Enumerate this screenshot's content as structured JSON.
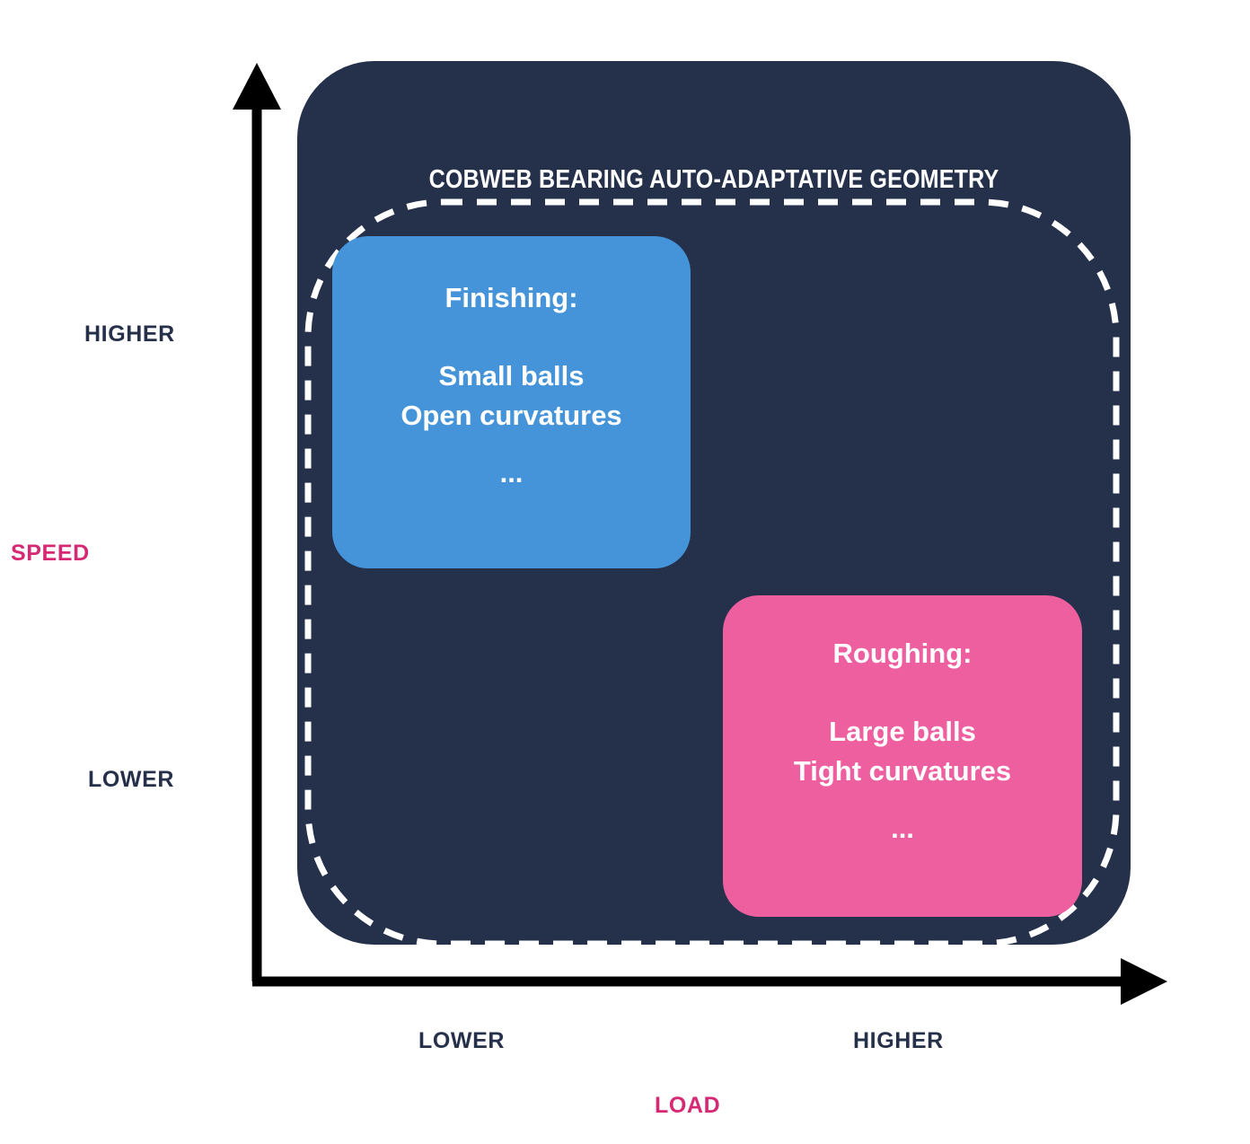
{
  "diagram": {
    "panel_title": "COBWEB BEARING AUTO-ADAPTATIVE GEOMETRY",
    "colors": {
      "panel_navy": "#25304a",
      "card_blue": "#4593d8",
      "card_pink": "#ee5fa0",
      "axis_label_navy": "#26304a",
      "axis_title_magenta": "#d62973",
      "dashed_outline": "#ffffff",
      "axis_line": "#000000",
      "background": "#ffffff"
    }
  },
  "y_axis": {
    "title": "SPEED",
    "high_label": "HIGHER",
    "low_label": "LOWER"
  },
  "x_axis": {
    "title": "LOAD",
    "low_label": "LOWER",
    "high_label": "HIGHER"
  },
  "cards": [
    {
      "id": "finishing",
      "heading": "Finishing:",
      "line1": "Small balls",
      "line2": "Open curvatures",
      "ellipsis": "...",
      "color": "#4593d8",
      "quadrant": "higher-speed / lower-load"
    },
    {
      "id": "roughing",
      "heading": "Roughing:",
      "line1": "Large balls",
      "line2": "Tight curvatures",
      "ellipsis": "...",
      "color": "#ee5fa0",
      "quadrant": "lower-speed / higher-load"
    }
  ]
}
